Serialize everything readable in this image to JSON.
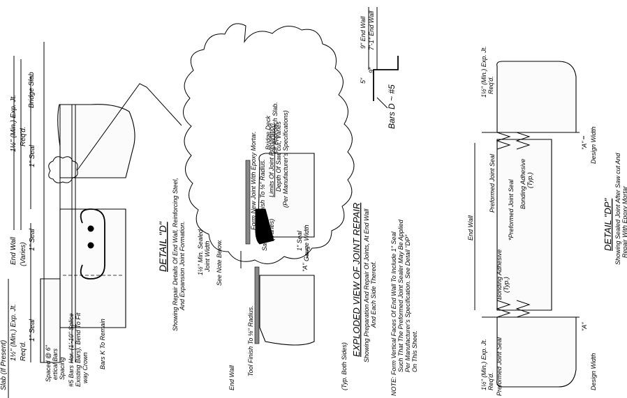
{
  "detail_d": {
    "title": "DETAIL \"D\"",
    "caption_1": "Showing Repair Details Of End Wall, Reinforcing Steel,",
    "caption_2": "And Expansion Joint Formation.",
    "labels": {
      "bridge_slab": "Bridge Slab",
      "exp_jt_top": "1½\" (Min.) Exp. Jt.",
      "reqd_top": "Req'd.",
      "seal_top": "1\" Seal",
      "end_wall": "End Wall",
      "varies": "(Varies)",
      "seal_mid": "1\" Seal",
      "exp_jt_bottom": "1½\" (Min.) Exp. Jt.",
      "reqd_bottom": "Req'd.",
      "seal_bottom": "1\" Seal",
      "slab_if_present": "Slab (If Present)",
      "spaced": "Spaced @ 6\"",
      "vertical_bars": "ertical Bars",
      "spacing": "Spacing",
      "bars_hor": "#5 Bars Hor. (1'-10\" Splice",
      "existing_bars": "Existing Bars). Bend To Fit",
      "way_crown": "way Crown",
      "bars_k": "Bars K To Remain"
    }
  },
  "joint_repair": {
    "title": "EXPLODED VIEW OF JOINT REPAIR",
    "caption_1": "Showing Preparation And Repair Of Joints, At End Wall",
    "caption_2": "And Each Side Thereof.",
    "labels": {
      "form_new_joint": "Form New Joint With Epoxy Mortar.",
      "tool_finish_8": "Tool Finish To ⅛\" Radius.",
      "bridge_deck": "Bridge Deck",
      "approach_slab": "Or Approach Slab.",
      "limits": "Limits Of Joint Preparation",
      "depth": "Depth Of Saw cut, Varies",
      "per_specs": "(Per Manufacturer's Specifications)",
      "saw_cut_area": "Saw cut Area",
      "saw_varies": "(Varies)",
      "seal": "1\" Seal",
      "gauge_width": "Gauge Width",
      "a_mark": "\"A\"",
      "min_sealed": "1½\" Min. Sealed",
      "joint_width": "Joint Width",
      "see_note": "See Note Below.",
      "end_wall": "End Wall",
      "tool_finish_r": "Tool Finish To ⅛\" Radius.",
      "typ_both_sides": "(Typ. Both Sides)"
    }
  },
  "note": {
    "line_1": "NOTE: Form Vertical Faces Of End Wall To Include 1\" Seal",
    "line_2": "Such That The Preformed Joint Sealer May Be Applied",
    "line_3": "Per Manufacturer's Specification. See Detail \"DP\"",
    "line_4": "On This Sheet."
  },
  "bars_d": {
    "dim_5": "5\"",
    "dim_9": "9\"",
    "end_wall_9": "9\" End Wall",
    "end_wall_7": "7'-1\" End Wall",
    "label": "Bars D ~ #5"
  },
  "detail_dp": {
    "title": "DETAIL \"DP\"",
    "caption_1": "Showing Sealed Joint After Saw cut And",
    "caption_2": "Repair With Epoxy Mortar",
    "labels": {
      "exp_jt_top": "1½\" (Min.) Exp. Jt.",
      "reqd_top": "Req'd.",
      "end_wall": "End Wall",
      "preformed_top": "Preformed Joint Seal",
      "preformed_star": "*Preformed Joint Seal",
      "bonding_top": "Bonding Adhesive",
      "typ_top": "(Typ.)",
      "bonding_bottom": "Bonding Adhesive",
      "typ_bottom": "(Typ.)",
      "a_top": "\"A\"",
      "a_bottom": "\"A\"",
      "design_width_top": "Design Width",
      "design_width_bottom": "Design Width",
      "exp_jt_bottom": "1½\" (Min.) Exp. Jt.",
      "reqd_bottom": "Req'd.",
      "preformed_bottom": "Preformed Joint Seal"
    }
  }
}
